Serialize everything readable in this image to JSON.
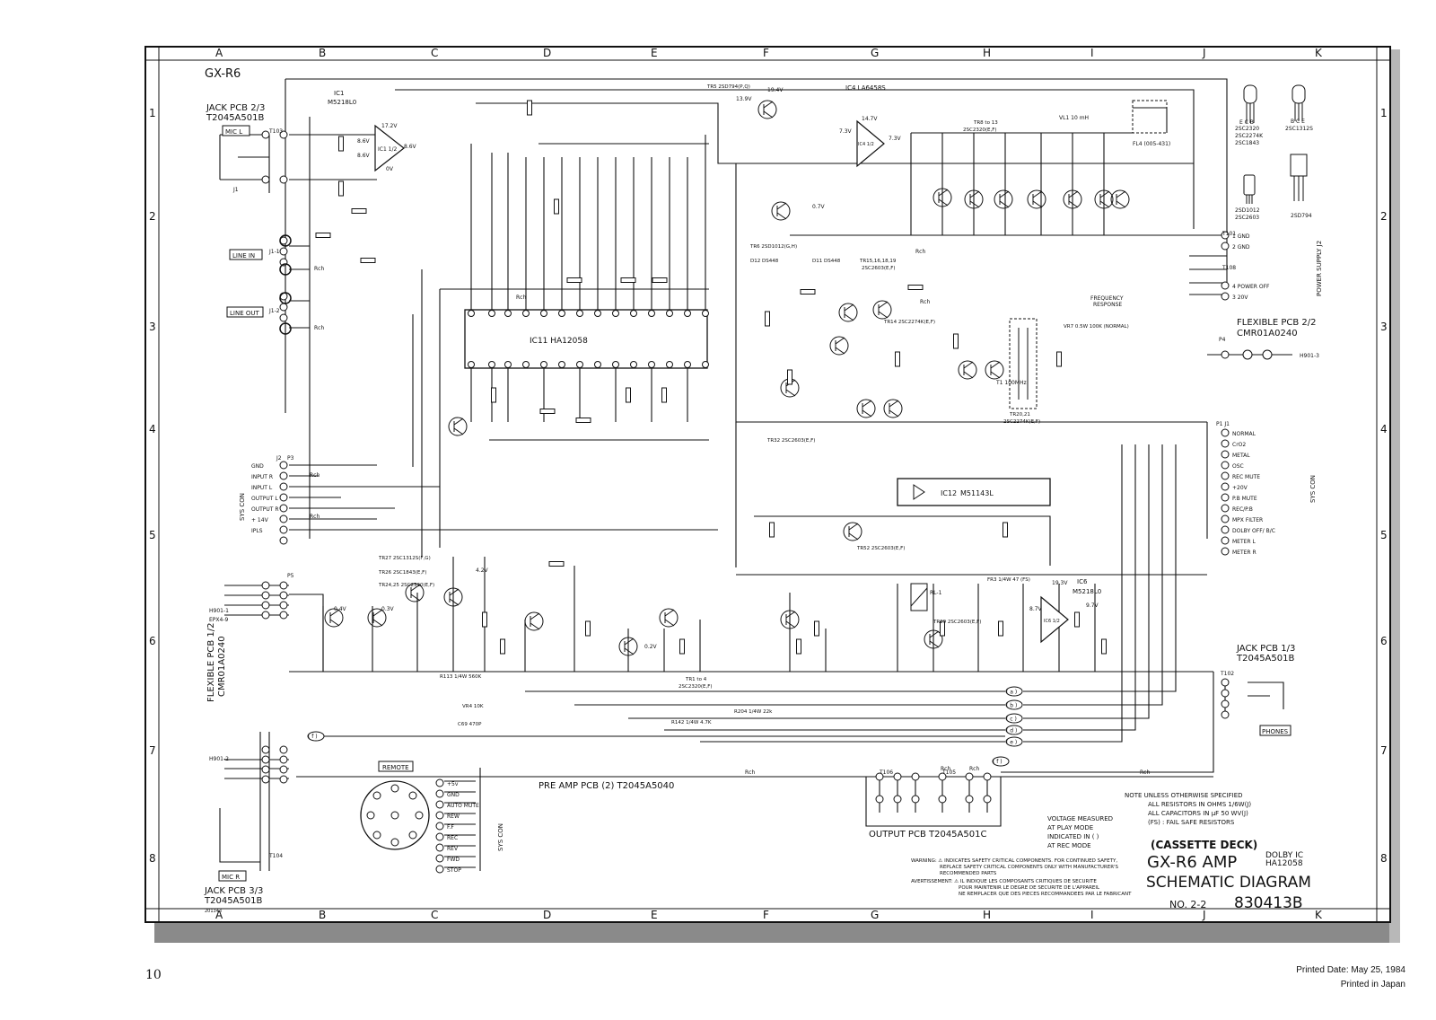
{
  "sheet": {
    "model_tag": "GX-R6",
    "col_labels": [
      "A",
      "B",
      "C",
      "D",
      "E",
      "F",
      "G",
      "H",
      "I",
      "J",
      "K"
    ],
    "row_labels": [
      "1",
      "2",
      "3",
      "4",
      "5",
      "6",
      "7",
      "8"
    ],
    "page_number": "10",
    "printed_date": "Printed Date:  May 25, 1984",
    "printed_in": "Printed in Japan"
  },
  "title_block": {
    "category": "(CASSETTE DECK)",
    "model": "GX-R6 AMP",
    "dolby_line1": "DOLBY IC",
    "dolby_line2": "HA12058",
    "diagram": "SCHEMATIC DIAGRAM",
    "sheet_no": "NO. 2-2",
    "part_no": "830413B"
  },
  "notes": {
    "lines": [
      "NOTE  UNLESS OTHERWISE SPECIFIED",
      "ALL RESISTORS IN OHMS 1/6W(J)",
      "ALL CAPACITORS IN μF 50 WV(J)",
      "(FS) : FAIL SAFE RESISTORS"
    ],
    "voltage": [
      "VOLTAGE MEASURED",
      "AT PLAY MODE",
      "INDICATED IN (  )",
      "AT REC MODE"
    ],
    "warning": [
      "WARNING: ⚠ INDICATES SAFETY CRITICAL COMPONENTS. FOR CONTINUED SAFETY,",
      "REPLACE SAFETY CRITICAL COMPONENTS ONLY WITH MANUFACTURER'S",
      "RECOMMENDED PARTS"
    ],
    "avertissement": [
      "AVERTISSEMENT: ⚠ IL INDIQUE LES COMPOSANTS CRITIQUES DE SECURITE",
      "POUR MAINTENIR LE DEGRE DE SECURITE DE L'APPAREIL",
      "NE REMPLACER QUE DES PIECES RECOMMANDEES PAR LE FABRICANT"
    ]
  },
  "boards": {
    "jack23_l1": "JACK PCB 2/3",
    "jack23_l2": "T2045A501B",
    "jack33_l1": "JACK PCB 3/3",
    "jack33_l2": "T2045A501B",
    "jack13_l1": "JACK PCB 1/3",
    "jack13_l2": "T2045A501B",
    "flex22_l1": "FLEXIBLE PCB 2/2",
    "flex22_l2": "CMR01A0240",
    "flex12_l1": "FLEXIBLE PCB 1/2",
    "flex12_l2": "CMR01A0240",
    "preamp": "PRE AMP PCB (2)  T2045A5040",
    "output": "OUTPUT PCB  T2045A501C",
    "remote": "REMOTE",
    "phones": "PHONES",
    "mic_l": "MIC L",
    "mic_r": "MIC R",
    "line_in": "LINE IN",
    "line_out": "LINE OUT",
    "sys_con": "SYS CON",
    "power_supply": "POWER SUPPLY J2",
    "ref_id": "201343"
  },
  "ics": {
    "ic1_name": "IC1",
    "ic1_part": "M5218L0",
    "ic1_half": "IC1 1/2",
    "ic4_name": "IC4 LA6458S",
    "ic4_half": "IC4 1/2",
    "ic11": "IC11    HA12058",
    "ic12_name": "IC12",
    "ic12_part": "M51143L",
    "ic6_name": "IC6",
    "ic6_part": "M5218L0",
    "ic6_half": "IC6 1/2"
  },
  "transistor_key": {
    "g1": [
      "2SC2320",
      "2SC2274K",
      "2SC1843"
    ],
    "g2": [
      "2SC1312S"
    ],
    "g3": [
      "2SD1012",
      "2SC2603"
    ],
    "g4": [
      "2SD794"
    ],
    "pins_ecb": "E C B",
    "pins_bce": "B C E"
  },
  "connectors": {
    "sys_con_left": [
      "GND",
      "INPUT R",
      "INPUT L",
      "OUTPUT L",
      "OUTPUT R",
      "+ 14V",
      "IPLS"
    ],
    "sys_con_right": [
      "NORMAL",
      "CrO2",
      "METAL",
      "OSC",
      "REC MUTE",
      "+20V",
      "P.B MUTE",
      "REC/P.B",
      "MPX FILTER",
      "DOLBY OFF/ B/C",
      "METER L",
      "METER R"
    ],
    "power": [
      "1  GND",
      "2  GND",
      "4  POWER OFF",
      "3  20V"
    ],
    "remote_pins": [
      "+5v",
      "GND",
      "AUTO MUTE",
      "REW",
      "F.F",
      "REC",
      "REV",
      "FWD",
      "STOP"
    ],
    "bus_letters": [
      "a",
      "b",
      "c",
      "d",
      "e"
    ],
    "bus_f": "f",
    "rch": "Rch",
    "conn_ids": {
      "j2": "J2",
      "p3": "P3",
      "p5": "P5",
      "p4": "P4",
      "h901_1": "H901-1",
      "epx": "EPX4-9",
      "h901_2": "H901-2",
      "h901_3": "H901-3",
      "t103": "T103",
      "t104": "T104",
      "t102": "T102",
      "t105": "T105",
      "t106": "T106",
      "t108": "T108",
      "t101": "T101",
      "j1": "J1",
      "j11": "J1-1",
      "j12": "J1-2",
      "p1j1": "P1  J1"
    }
  },
  "parts": {
    "freq_resp": "FREQUENCY\nRESPONSE",
    "vr7": "VR7 0.5W 100K (NORMAL)",
    "t1": "T1  100MHz",
    "fl4": "FL4 (005-431)",
    "vl1": "VL1 10 mH",
    "tr8_13": "TR8 to 13",
    "tr8_13_type": "2SC2320(E,F)",
    "tr5": "TR5 2SD794(P,Q)",
    "tr6": "TR6 2SD1012(G,H)",
    "tr15_19": "TR15,16,18,19",
    "tr15_19_type": "2SC2603(E,F)",
    "tr14": "TR14 2SC2274K(E,F)",
    "tr20_21": "TR20,21",
    "tr20_21_type": "2SC2274K(E,F)",
    "tr32": "TR32 2SC2603(E,F)",
    "tr52": "TR52 2SC2603(E,F)",
    "tr1_4": "TR1 to 4",
    "tr1_4_type": "2SC2320(E,F)",
    "tr29": "TR29 2SC2603(E,F)",
    "tr27": "TR27 2SC1312S(F,G)",
    "tr26": "TR26 2SC1843(E,F)",
    "tr24_25": "TR24,25 2SC2320(E,F)",
    "d12": "D12 DS448",
    "d11": "D11 DS448",
    "r113": "R113 1/4W 560K",
    "vr4": "VR4 10K",
    "c69": "C69 470P",
    "r142": "R142 1/4W 4.7K",
    "r204": "R204 1/4W 22k",
    "rl1": "RL-1",
    "fr3": "FR3 1/4W 47 (FS)",
    "voltages": [
      "13.9V",
      "19.4V",
      "14.7V",
      "7.3V",
      "7.3V",
      "8.6V",
      "8.6V",
      "8.6V",
      "17.2V",
      "0V",
      "0.7V",
      "4.2V",
      "0.3V",
      "0.4V",
      "0.2V",
      "9.7V",
      "8.7V",
      "19.3V"
    ]
  }
}
